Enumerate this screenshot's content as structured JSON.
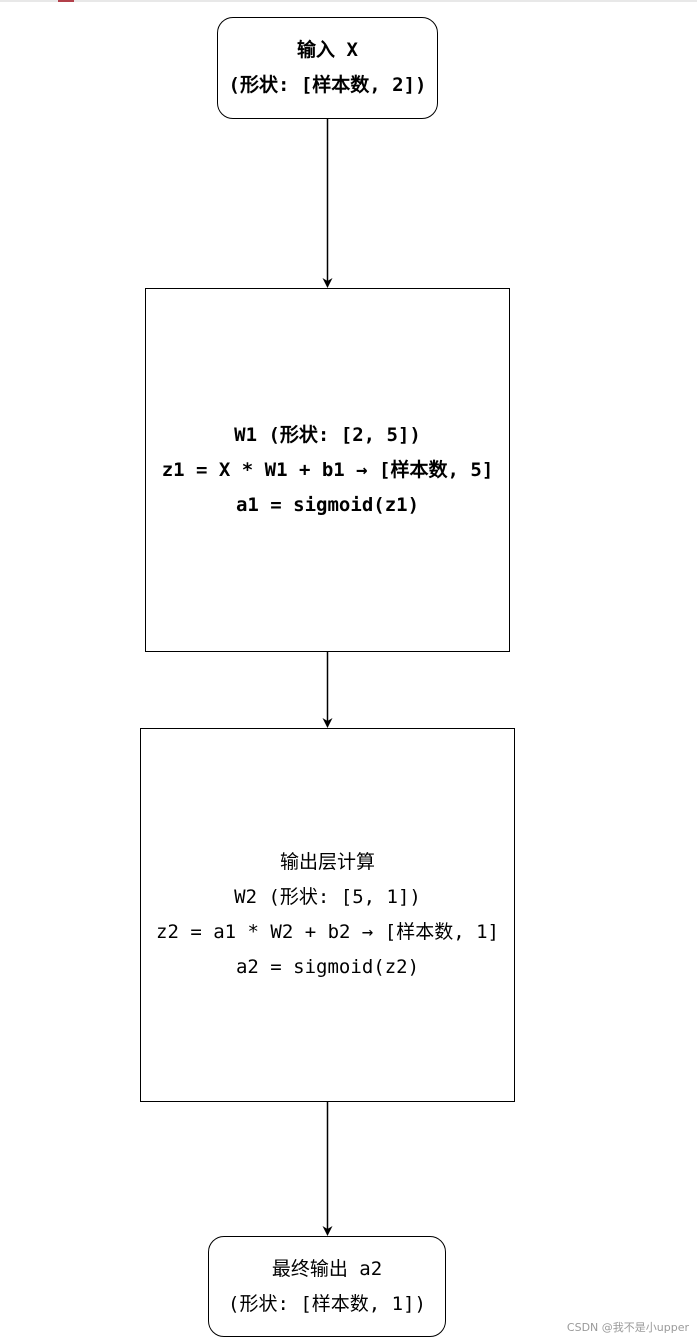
{
  "diagram": {
    "input_node": {
      "lines": [
        "输入 X",
        "(形状: [样本数, 2])"
      ]
    },
    "hidden_node": {
      "lines": [
        "W1 (形状: [2, 5])",
        "z1 = X * W1 + b1 → [样本数, 5]",
        "a1 = sigmoid(z1)"
      ]
    },
    "output_node": {
      "lines": [
        "输出层计算",
        "W2 (形状: [5, 1])",
        "z2 = a1 * W2 + b2 → [样本数, 1]",
        "a2 = sigmoid(z2)"
      ]
    },
    "final_node": {
      "lines": [
        "最终输出 a2",
        "(形状: [样本数, 1])"
      ]
    }
  },
  "watermark": "CSDN @我不是小upper",
  "colors": {
    "stroke": "#000000",
    "background": "#ffffff",
    "watermark": "#9a9a9a"
  }
}
